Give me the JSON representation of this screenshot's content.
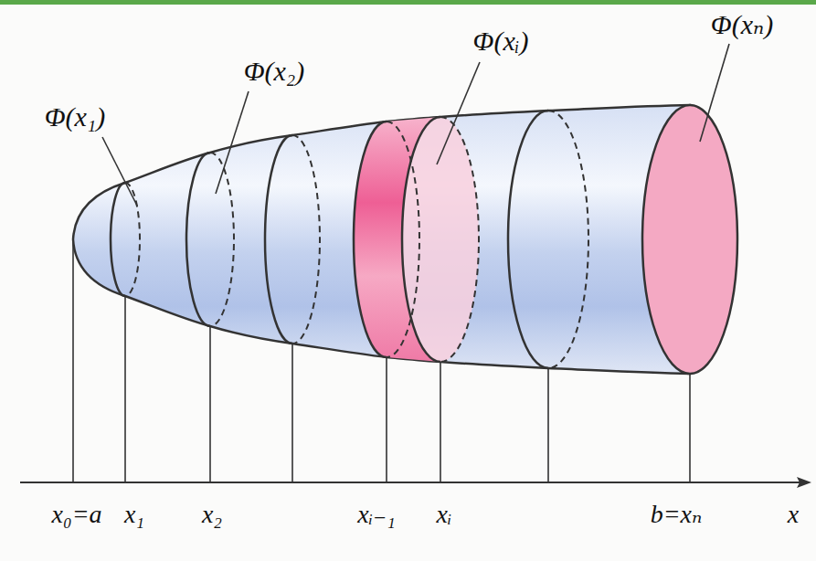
{
  "diagram": {
    "labels": [
      "Φ(x₁)",
      "Φ(x₂)",
      "Φ(xᵢ)",
      "Φ(xₙ)",
      "x₀=a",
      "x₁",
      "x₂",
      "xᵢ₋₁",
      "xᵢ",
      "b=xₙ",
      "x"
    ]
  }
}
